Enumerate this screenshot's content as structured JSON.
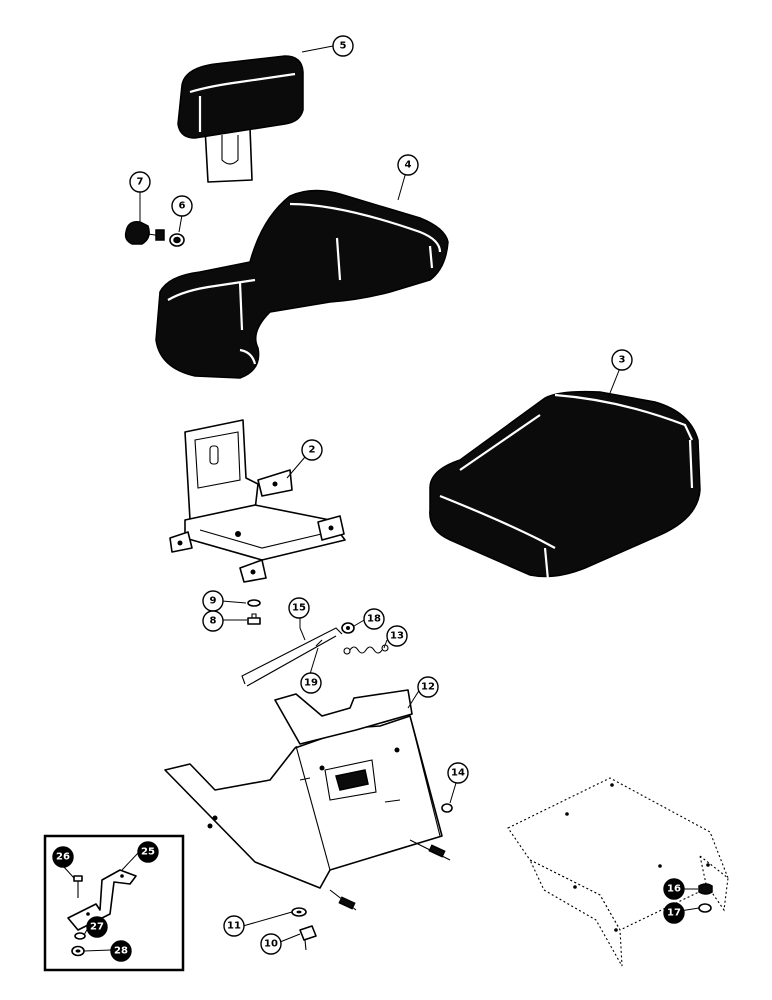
{
  "callouts": {
    "c2": "2",
    "c3": "3",
    "c4": "4",
    "c5": "5",
    "c6": "6",
    "c7": "7",
    "c8": "8",
    "c9": "9",
    "c10": "10",
    "c11": "11",
    "c12": "12",
    "c13": "13",
    "c14": "14",
    "c15": "15",
    "c16": "16",
    "c17": "17",
    "c18": "18",
    "c19": "19",
    "c25": "25",
    "c26": "26",
    "c27": "27",
    "c28": "28"
  },
  "colors": {
    "ink": "#000000",
    "paper": "#ffffff"
  }
}
